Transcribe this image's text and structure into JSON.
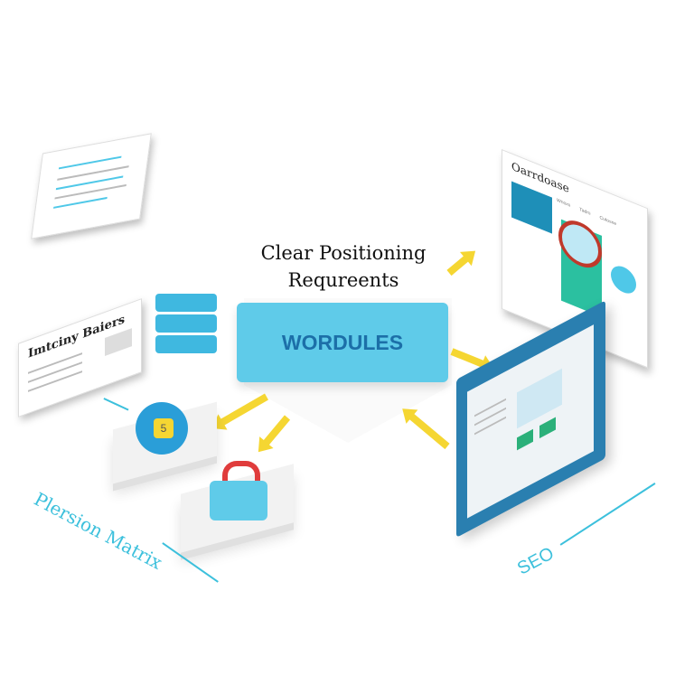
{
  "center": {
    "title_line1": "Clear Positioning",
    "title_line2": "Requreents",
    "module_label": "WORDULES"
  },
  "left_doc": {
    "title": "Imtciny Baiers"
  },
  "top_right_screen": {
    "title": "Oarrdoase",
    "nav": [
      "Wnoxs",
      "Tadrs",
      "Cutosne"
    ]
  },
  "labels": {
    "matrix": "Plersion Matrix",
    "seo": "SEO"
  },
  "lock_badge": "5",
  "colors": {
    "accent": "#4fc8e8",
    "arrow": "#f5d632",
    "screen": "#2a7fb0",
    "line": "#3cc0dc"
  }
}
